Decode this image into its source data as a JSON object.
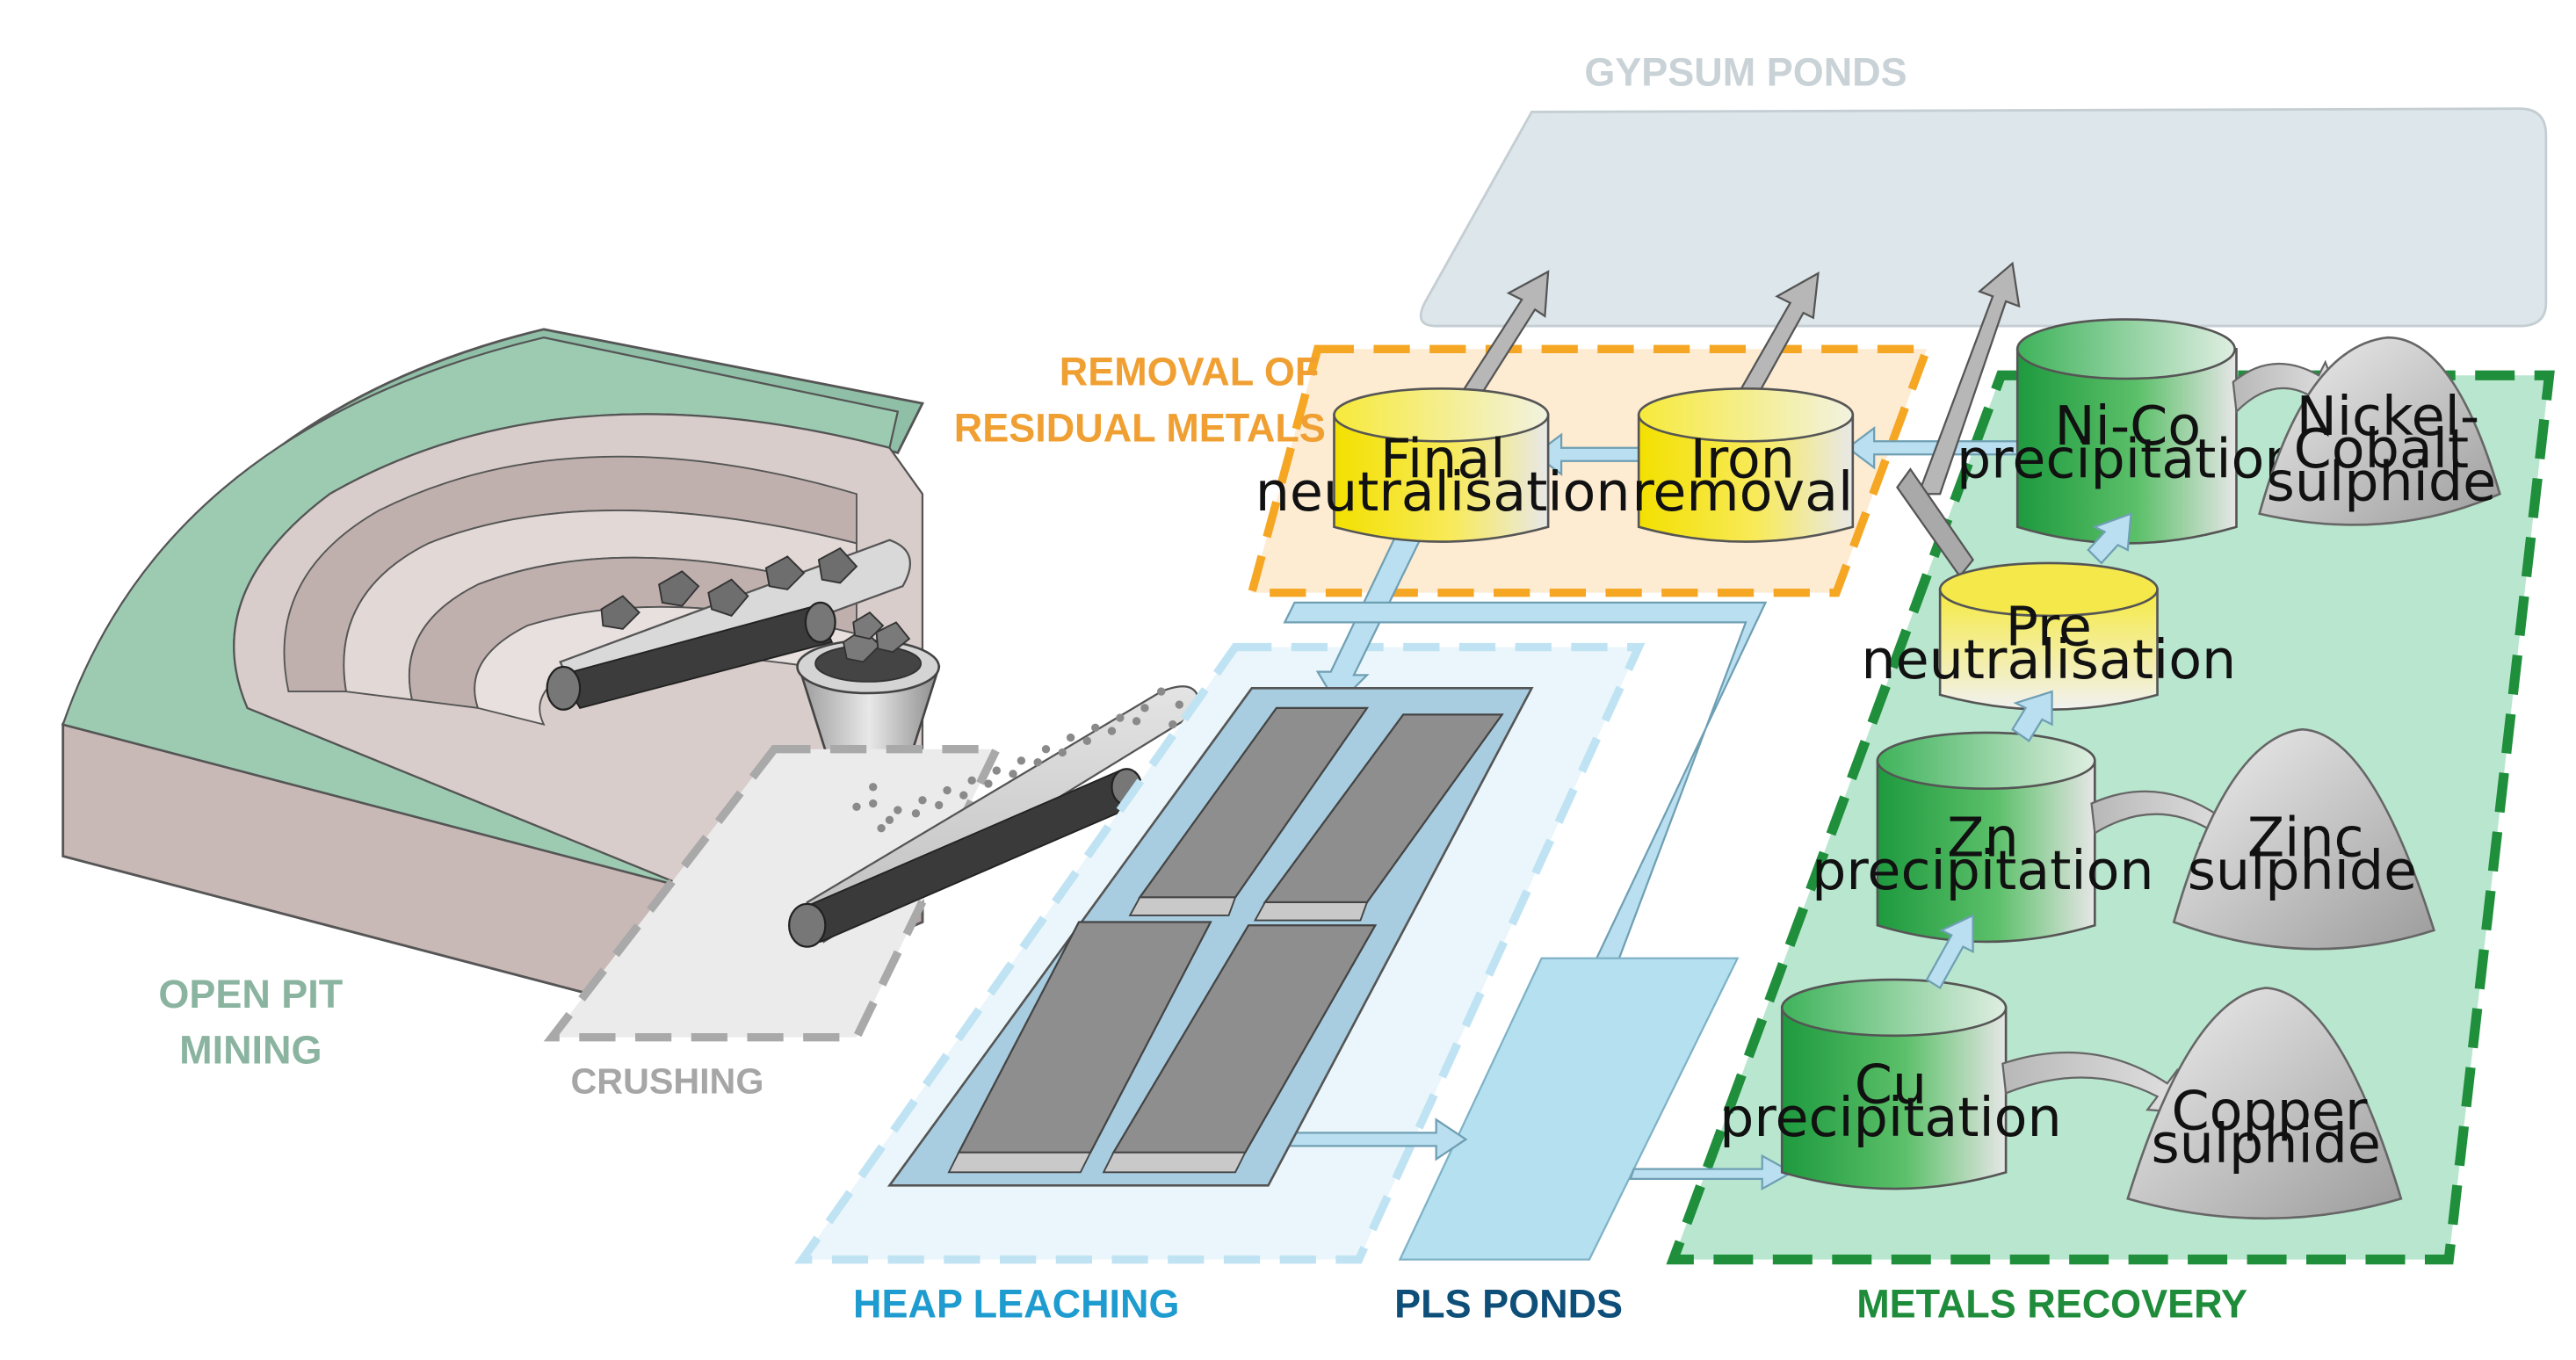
{
  "labels": {
    "gypsum_ponds": "GYPSUM PONDS",
    "removal_line1": "REMOVAL OF",
    "removal_line2": "RESIDUAL METALS",
    "open_pit_line1": "OPEN PIT",
    "open_pit_line2": "MINING",
    "crushing": "CRUSHING",
    "heap_leaching": "HEAP LEACHING",
    "pls_ponds": "PLS PONDS",
    "metals_recovery": "METALS RECOVERY"
  },
  "tanks": {
    "final_neutralisation": [
      "Final",
      "neutralisation"
    ],
    "iron_removal": [
      "Iron",
      "removal"
    ],
    "nico_precipitation": [
      "Ni-Co",
      "precipitation"
    ],
    "pre_neutralisation": [
      "Pre",
      "neutralisation"
    ],
    "zn_precipitation": [
      "Zn",
      "precipitation"
    ],
    "cu_precipitation": [
      "Cu",
      "precipitation"
    ]
  },
  "products": {
    "nickel_cobalt": [
      "Nickel-",
      "Cobalt",
      "sulphide"
    ],
    "zinc": [
      "Zinc",
      "sulphide"
    ],
    "copper": [
      "Copper",
      "sulphide"
    ]
  },
  "colors": {
    "gypsum": "#dde6ea",
    "gypsum_label": "#c9d2d6",
    "removal_border": "#f5a623",
    "removal_fill": "#fdebd2",
    "removal_label": "#f0a032",
    "openpit_label": "#8ab4a0",
    "crushing_label": "#a6a6a6",
    "heap_label": "#1f9ccf",
    "heap_border": "#bfe3f3",
    "pls_label": "#0e4f7a",
    "pls_fill": "#b4e0f0",
    "recovery_label": "#1e8c3a",
    "recovery_border": "#1f8f3c",
    "recovery_fill": "#b9e6cf",
    "flow": "#b9dff0",
    "yellow_tank": "#f3e000",
    "green_tank": "#2ba646"
  }
}
